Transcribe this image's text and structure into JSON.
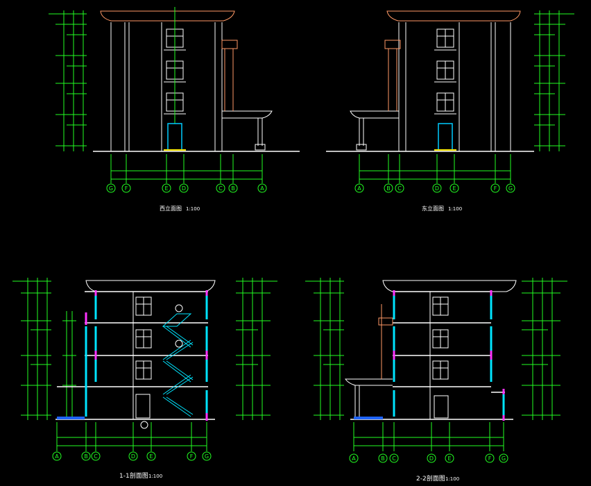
{
  "titles": {
    "west": "西立面图",
    "east": "东立面图",
    "sec1": "1-1剖面图",
    "sec2": "2-2剖面图",
    "scale": "1:100"
  },
  "axes": {
    "west": [
      "G",
      "F",
      "E",
      "D",
      "C",
      "B",
      "A"
    ],
    "east": [
      "A",
      "B",
      "C",
      "D",
      "E",
      "F",
      "G"
    ],
    "sec1": [
      "A",
      "B",
      "C",
      "D",
      "E",
      "F",
      "G"
    ],
    "sec2": [
      "A",
      "B",
      "C",
      "D",
      "E",
      "F",
      "G"
    ]
  },
  "colors": {
    "wall_white": "#ffffff",
    "dim_green": "#22ff22",
    "cornice_orange": "#ff9966",
    "glass_cyan": "#00e5ff",
    "accent_magenta": "#ff33ff",
    "door_cyan": "#00ccff",
    "sill_yellow": "#ffee00",
    "section_blue": "#1e64ff"
  }
}
